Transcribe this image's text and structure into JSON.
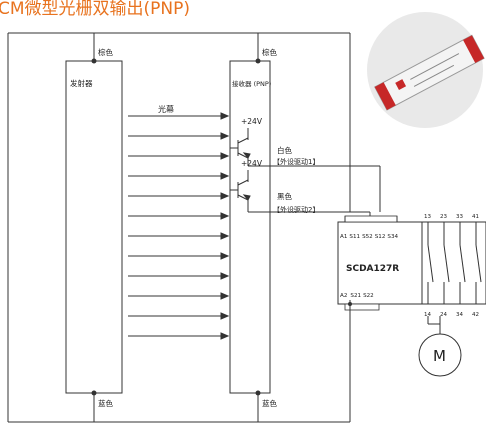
{
  "title": "CM微型光栅双输出(PNP)",
  "emitter": {
    "label": "发射器",
    "top_wire": "棕色",
    "bottom_wire": "蓝色"
  },
  "receiver": {
    "label": "接收器 (PNP)",
    "top_wire": "棕色",
    "bottom_wire": "蓝色",
    "supply_1": "+24V",
    "supply_2": "+24V",
    "out1_color": "白色",
    "out1_label": "【外设驱动1】",
    "out2_color": "黑色",
    "out2_label": "【外设驱动2】"
  },
  "light_curtain": "光幕",
  "relay": {
    "model": "SCDA127R",
    "top_terminals": [
      "A1",
      "S11",
      "S52",
      "S12",
      "S34"
    ],
    "bottom_terminals": [
      "A2",
      "S21",
      "S22"
    ],
    "contact_top": [
      "13",
      "23",
      "33",
      "41"
    ],
    "contact_bottom": [
      "14",
      "24",
      "34",
      "42"
    ]
  },
  "motor": "M",
  "colors": {
    "title": "#e8731f",
    "line": "#333333",
    "thumbnail_red": "#c62828"
  }
}
